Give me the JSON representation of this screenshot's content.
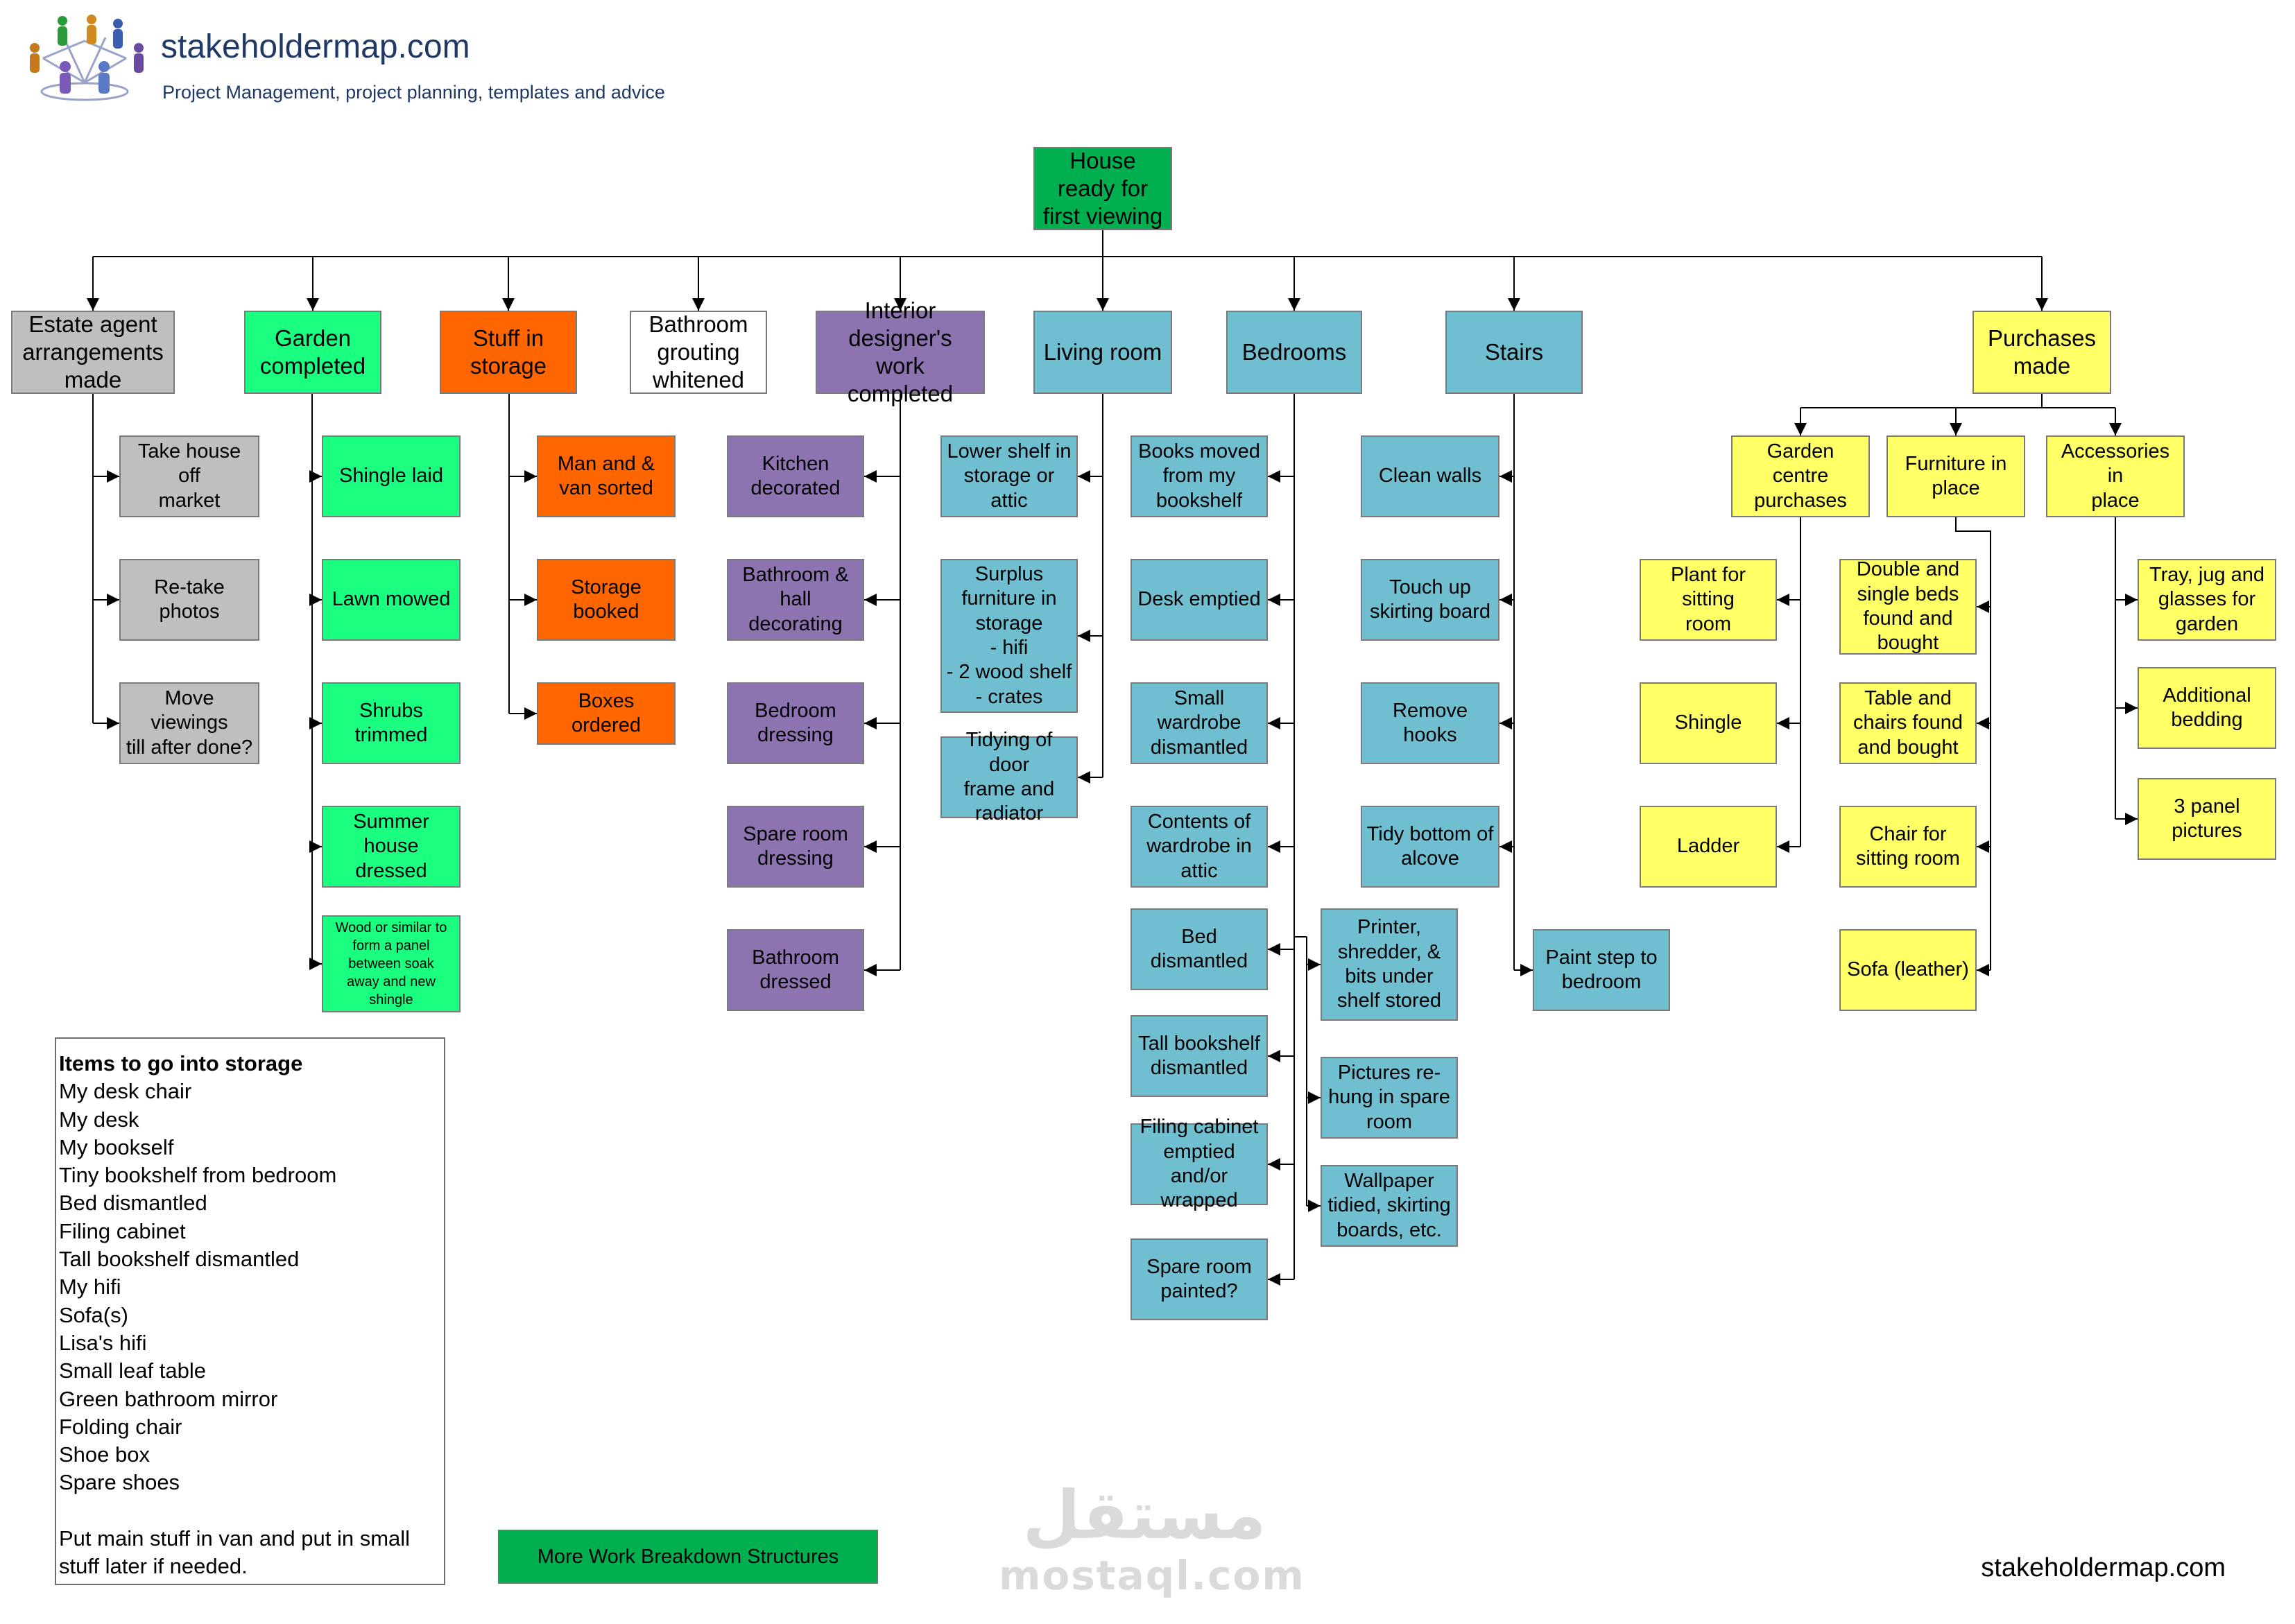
{
  "header": {
    "site_name": "stakeholdermap.com",
    "tagline": "Project Management, project planning, templates and advice"
  },
  "colors": {
    "green": "#00b050",
    "light_green": "#1aff80",
    "grey": "#bfbfbf",
    "orange": "#ff6600",
    "white": "#ffffff",
    "purple": "#8e73b1",
    "blue": "#70bfd1",
    "yellow": "#ffff66",
    "connector": "#000000"
  },
  "diagram": {
    "root": "House\nready for\nfirst viewing",
    "branches": [
      {
        "label": "Estate agent\narrangements\nmade",
        "color": "grey",
        "children": [
          "Take house off\nmarket",
          "Re-take\nphotos",
          "Move viewings\ntill after done?"
        ]
      },
      {
        "label": "Garden\ncompleted",
        "color": "light_green",
        "children": [
          "Shingle laid",
          "Lawn mowed",
          "Shrubs\ntrimmed",
          "Summer\nhouse dressed",
          "Wood or similar to\nform a panel\nbetween soak\naway and new\nshingle"
        ]
      },
      {
        "label": "Stuff in\nstorage",
        "color": "orange",
        "children": [
          "Man and &\nvan sorted",
          "Storage\nbooked",
          "Boxes ordered"
        ]
      },
      {
        "label": "Bathroom\ngrouting\nwhitened",
        "color": "white",
        "children": []
      },
      {
        "label": "Interior\ndesigner's work\ncompleted",
        "color": "purple",
        "children": [
          "Kitchen\ndecorated",
          "Bathroom &\nhall decorating",
          "Bedroom\ndressing",
          "Spare room\ndressing",
          "Bathroom\ndressed"
        ]
      },
      {
        "label": "Living room",
        "color": "blue",
        "children": [
          "Lower shelf in\nstorage or attic",
          "Surplus\nfurniture in\nstorage\n- hifi\n- 2 wood shelf\n- crates",
          "Tidying of door\nframe and\nradiator"
        ]
      },
      {
        "label": "Bedrooms",
        "color": "blue",
        "children": [
          "Books moved\nfrom my\nbookshelf",
          "Desk emptied",
          "Small\nwardrobe\ndismantled",
          "Contents of\nwardrobe in\nattic",
          "Bed\ndismantled",
          "Tall bookshelf\ndismantled",
          "Filing cabinet\nemptied and/or\nwrapped",
          "Spare room\npainted?"
        ],
        "extra": [
          "Printer,\nshredder, &\nbits under\nshelf stored",
          "Pictures re-\nhung in spare\nroom",
          "Wallpaper\ntidied, skirting\nboards, etc."
        ]
      },
      {
        "label": "Stairs",
        "color": "blue",
        "children": [
          "Clean walls",
          "Touch up\nskirting board",
          "Remove hooks",
          "Tidy bottom of\nalcove",
          "Paint step to\nbedroom"
        ]
      },
      {
        "label": "Purchases\nmade",
        "color": "yellow",
        "groups": [
          {
            "label": "Garden centre\npurchases",
            "children": [
              "Plant for sitting\nroom",
              "Shingle",
              "Ladder"
            ]
          },
          {
            "label": "Furniture in\nplace",
            "children": [
              "Double and\nsingle beds\nfound and\nbought",
              "Table and\nchairs found\nand bought",
              "Chair for\nsitting room",
              "Sofa (leather)"
            ]
          },
          {
            "label": "Accessories in\nplace",
            "children": [
              "Tray, jug and\nglasses for\ngarden",
              "Additional\nbedding",
              "3 panel\npictures"
            ]
          }
        ]
      }
    ]
  },
  "storage_list": {
    "title": "Items to go into storage",
    "items": [
      "My desk chair",
      "My desk",
      "My bookself",
      "Tiny bookshelf from bedroom",
      "Bed dismantled",
      "Filing cabinet",
      "Tall bookshelf dismantled",
      "My hifi",
      "Sofa(s)",
      "Lisa's hifi",
      "Small leaf table",
      "Green bathroom mirror",
      "Folding chair",
      "Shoe box",
      "Spare shoes"
    ],
    "note": "Put main stuff in van and put in small\nstuff later if needed."
  },
  "more_button": "More Work Breakdown Structures",
  "footer": {
    "site": "stakeholdermap.com"
  },
  "watermark": {
    "arabic": "مستقل",
    "latin": "mostaql.com"
  }
}
